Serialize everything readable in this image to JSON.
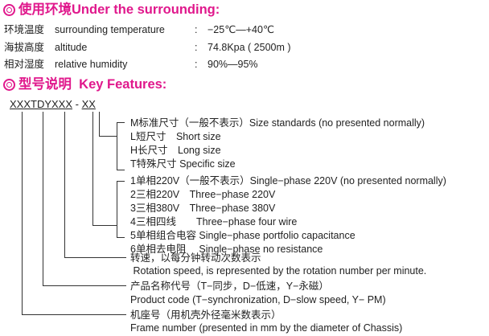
{
  "environment": {
    "heading": "使用环境Under the surrounding:",
    "icon": "double-circle-icon",
    "rows": [
      {
        "cn": "环境温度",
        "en": "surrounding temperature",
        "sep": ":",
        "value": "−25℃—+40℃"
      },
      {
        "cn": "海拔高度",
        "en": "altitude",
        "sep": ":",
        "value": "74.8Kpa ( 2500m )"
      },
      {
        "cn": "相对湿度",
        "en": "relative humidity",
        "sep": ":",
        "value": "90%—95%"
      }
    ]
  },
  "features": {
    "heading_cn": "型号说明",
    "heading_en": "Key Features:",
    "code": {
      "seg1": "XXX",
      "seg2": "TDY",
      "seg3": "XXX",
      "dash": " - ",
      "seg4": "XX"
    },
    "size_options": [
      "M标准尺寸（一般不表示）Size standards (no presented normally)",
      "L短尺寸　Short  size",
      "H长尺寸　Long size",
      "T特殊尺寸 Specific size"
    ],
    "phase_options": [
      "1单相220V（一般不表示）Single−phase 220V (no presented normally)",
      "2三相220V　Three−phase 220V",
      "3三相380V　Three−phase 380V",
      "4三相四线　　Three−phase four wire",
      "5单相组合电容 Single−phase portfolio capacitance",
      "6单相去电阻　 Single−phase no resistance"
    ],
    "rotation": {
      "cn": "转速，以每分钟转动次数表示",
      "en": " Rotation speed, is represented by the rotation number per minute."
    },
    "product": {
      "cn": "产品名称代号（T−同步，D−低速，Y−永磁）",
      "en": "Product code (T−synchronization, D−slow speed, Y− PM)"
    },
    "frame": {
      "cn": "机座号（用机壳外径毫米数表示）",
      "en": "Frame number (presented in mm by the diameter of Chassis)"
    }
  },
  "colors": {
    "accent": "#e0188c",
    "text": "#222222"
  }
}
